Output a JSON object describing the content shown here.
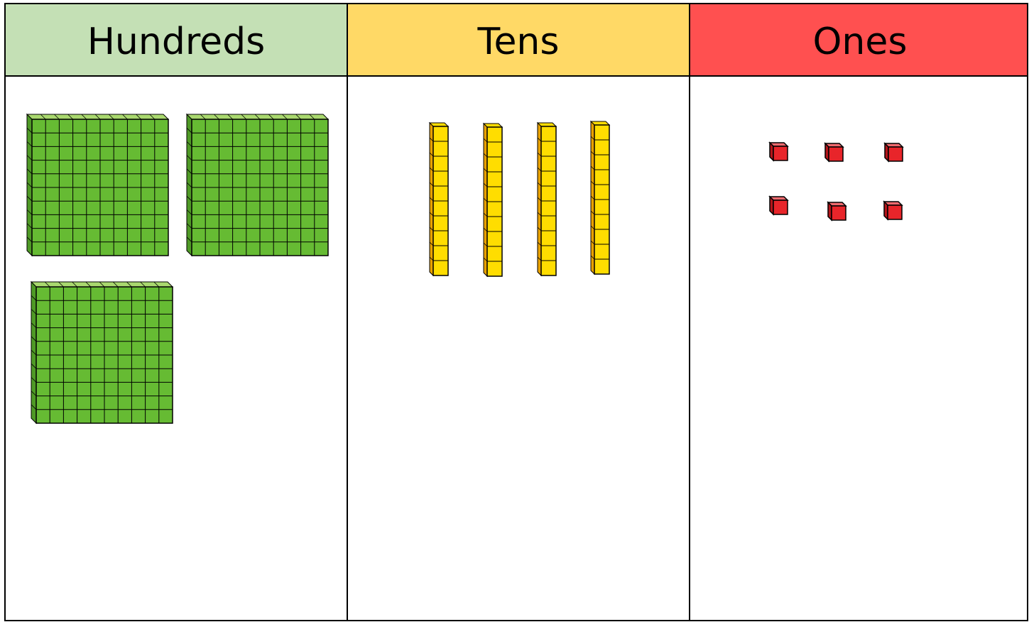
{
  "columns": [
    {
      "key": "hundreds",
      "label": "Hundreds",
      "header_color": "#c4e0b5",
      "count": 3
    },
    {
      "key": "tens",
      "label": "Tens",
      "header_color": "#ffd966",
      "count": 4
    },
    {
      "key": "ones",
      "label": "Ones",
      "header_color": "#ff5050",
      "count": 6
    }
  ],
  "colors": {
    "hundred_front": "#66bb33",
    "hundred_top": "#a9d86e",
    "hundred_side": "#4f9a26",
    "ten_front": "#ffdd00",
    "ten_side": "#e8a100",
    "one_front": "#e8252a",
    "one_side": "#b3151a",
    "one_top": "#f06a6e",
    "grid_line": "#000000",
    "border": "#000000"
  }
}
